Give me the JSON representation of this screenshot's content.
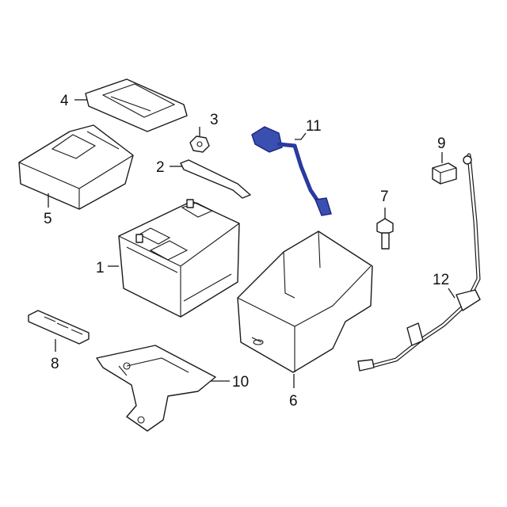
{
  "diagram": {
    "callouts": [
      {
        "id": "1",
        "label": "1"
      },
      {
        "id": "2",
        "label": "2"
      },
      {
        "id": "3",
        "label": "3"
      },
      {
        "id": "4",
        "label": "4"
      },
      {
        "id": "5",
        "label": "5"
      },
      {
        "id": "6",
        "label": "6"
      },
      {
        "id": "7",
        "label": "7"
      },
      {
        "id": "8",
        "label": "8"
      },
      {
        "id": "9",
        "label": "9"
      },
      {
        "id": "10",
        "label": "10"
      },
      {
        "id": "11",
        "label": "11"
      },
      {
        "id": "12",
        "label": "12"
      }
    ],
    "highlight_color": "#3b4fb0"
  }
}
